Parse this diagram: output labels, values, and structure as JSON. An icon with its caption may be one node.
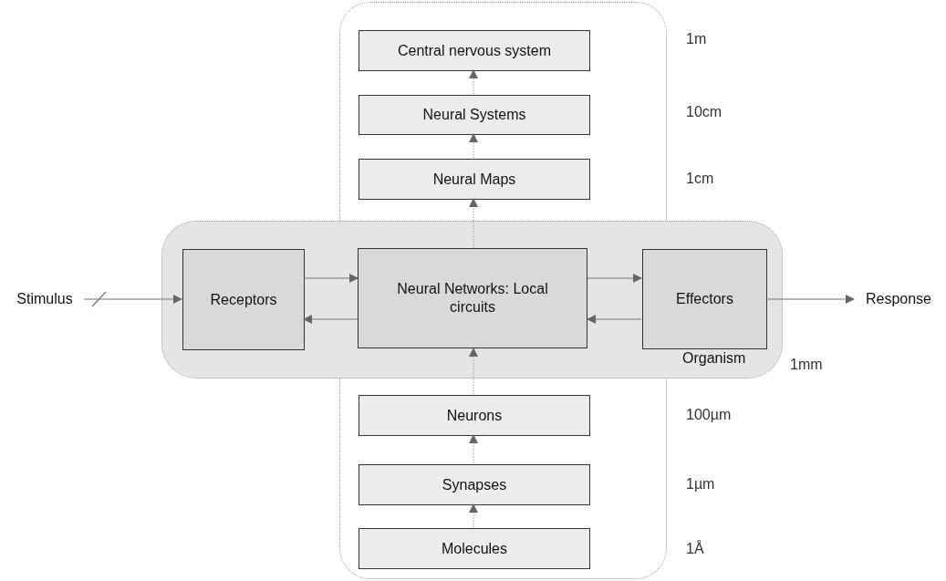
{
  "diagram": {
    "nodes": [
      {
        "text": [],
        "shape": "box"
      },
      {
        "text": [
          "Central nervous system"
        ],
        "in": 0
      },
      {
        "text": [
          "Neural Systems"
        ],
        "in": 0
      },
      {
        "text": [
          "Neural Maps"
        ],
        "in": 0
      },
      {
        "text": [
          "Stimulus"
        ]
      },
      {
        "text": [
          "Organism"
        ],
        "beside": [
          "1mm"
        ]
      },
      {
        "text": [
          "Receptors"
        ],
        "in": 5
      },
      {
        "text": [
          "Neural Networks: Local circuits"
        ]
      },
      {
        "text": [
          "Effectors"
        ],
        "in": 5
      },
      {
        "text": [
          "Response"
        ]
      },
      {
        "text": [
          "Neurons"
        ],
        "in": 0
      },
      {
        "text": [
          "Synapses"
        ],
        "in": 0
      },
      {
        "text": [
          "Molecules"
        ],
        "in": 0
      }
    ],
    "labels": [
      "1m",
      "10cm",
      "1cm",
      "100µm",
      "1µm",
      "1Å"
    ],
    "edges": [
      {
        "from": 4,
        "to": 6,
        "arrow": "to"
      },
      {
        "from": 6,
        "to": 7,
        "arrow": "to"
      },
      {
        "from": 7,
        "to": 6,
        "arrow": "to"
      },
      {
        "from": 7,
        "to": 8,
        "arrow": "to"
      },
      {
        "from": 8,
        "to": 7,
        "arrow": "to"
      },
      {
        "from": 8,
        "to": 9,
        "arrow": "to"
      },
      {
        "from": 7,
        "to": 3,
        "arrow": "to",
        "style": "dashed"
      },
      {
        "from": 3,
        "to": 2,
        "arrow": "to",
        "style": "dashed"
      },
      {
        "from": 2,
        "to": 1,
        "arrow": "to",
        "style": "dashed"
      },
      {
        "from": 10,
        "to": 7,
        "arrow": "to",
        "style": "dashed"
      },
      {
        "from": 11,
        "to": 10,
        "arrow": "to",
        "style": "dashed"
      },
      {
        "from": 12,
        "to": 11,
        "arrow": "to",
        "style": "dashed"
      }
    ]
  }
}
